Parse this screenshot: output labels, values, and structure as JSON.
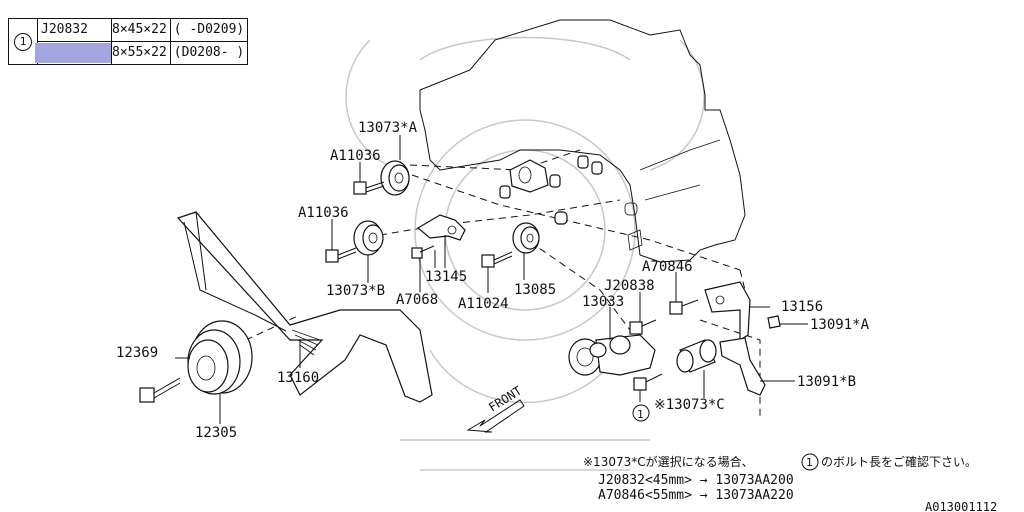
{
  "ref_table": {
    "marker": "1",
    "rows": [
      {
        "part_no": "J20832",
        "size": "8×45×22",
        "range": "( -D0209)"
      },
      {
        "part_no": "",
        "size": "8×55×22",
        "range": "(D0208- )"
      }
    ],
    "highlight_color": "#a3a6e0"
  },
  "labels": {
    "l13073A": "13073*A",
    "lA11036a": "A11036",
    "lA11036b": "A11036",
    "l13073B": "13073*B",
    "l13145": "13145",
    "lA7068": "A7068",
    "lA11024": "A11024",
    "l13085": "13085",
    "lA70846": "A70846",
    "lJ20838": "J20838",
    "l13033": "13033",
    "l13156": "13156",
    "l13091A": "13091*A",
    "l13091B": "13091*B",
    "l13073C": "※13073*C",
    "l12369": "12369",
    "l12305": "12305",
    "l13160": "13160",
    "lFront": "FRONT",
    "lMark1": "1"
  },
  "notes": {
    "line1_pre": "※13073*Cが選択になる場合、",
    "line1_mark": "1",
    "line1_post": "のボルト長をご確認下さい。",
    "line2": "J20832<45mm> → 13073AA200",
    "line3": "A70846<55mm> → 13073AA220"
  },
  "diagram_id": "A013001112"
}
